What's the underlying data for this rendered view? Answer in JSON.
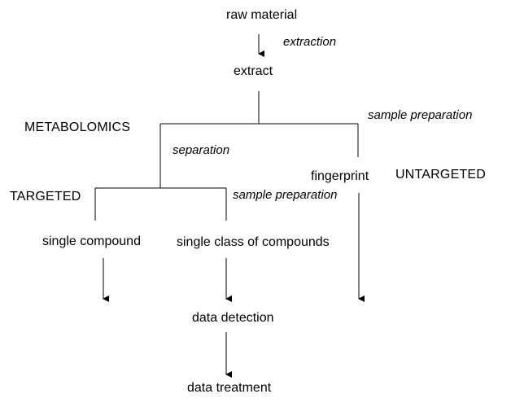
{
  "nodes": {
    "raw_material": "raw material",
    "extract": "extract",
    "fingerprint": "fingerprint",
    "single_compound": "single compound",
    "single_class": "single class of compounds",
    "data_detection": "data detection",
    "data_treatment": "data treatment"
  },
  "labels": {
    "extraction": "extraction",
    "sample_preparation_top": "sample preparation",
    "separation": "separation",
    "sample_preparation_mid": "sample preparation"
  },
  "categories": {
    "metabolomics": "METABOLOMICS",
    "untargeted": "UNTARGETED",
    "targeted": "TARGETED"
  }
}
